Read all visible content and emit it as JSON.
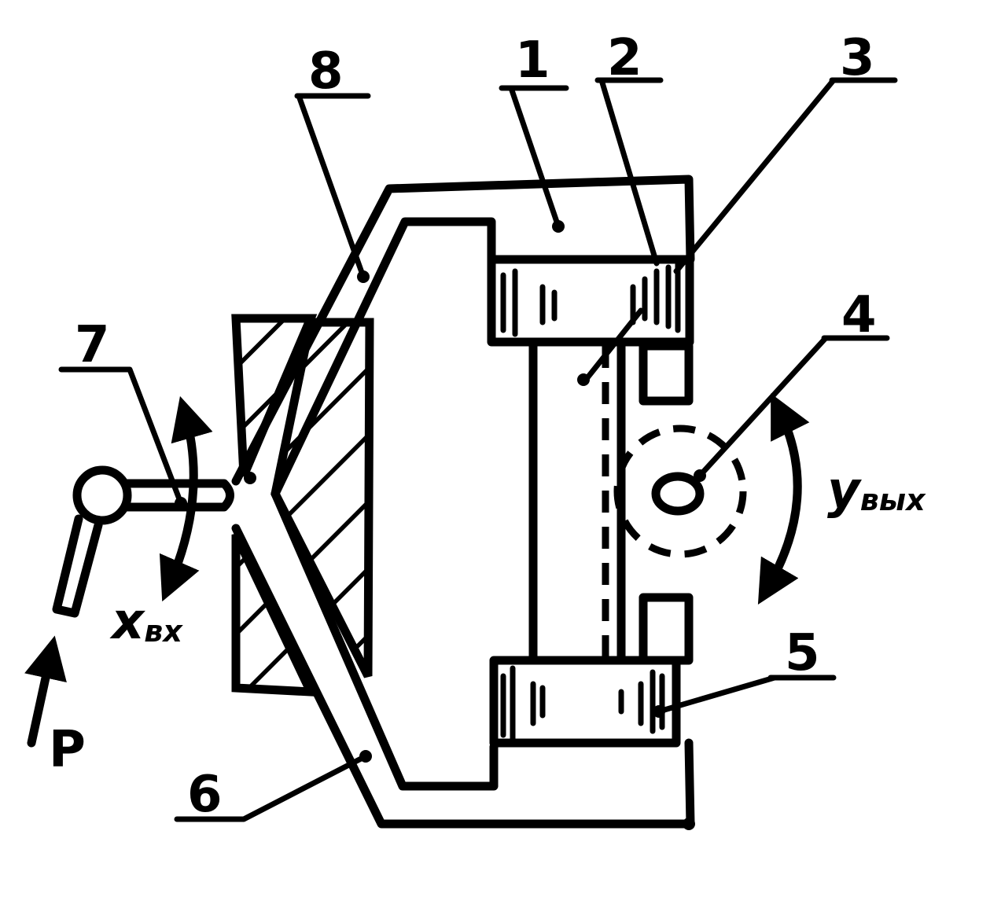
{
  "diagram": {
    "part_numbers": [
      "1",
      "2",
      "3",
      "4",
      "5",
      "6",
      "7",
      "8"
    ],
    "input_label": "x",
    "input_sub": "вх",
    "output_label": "y",
    "output_sub": "вых",
    "force_label": "P"
  }
}
